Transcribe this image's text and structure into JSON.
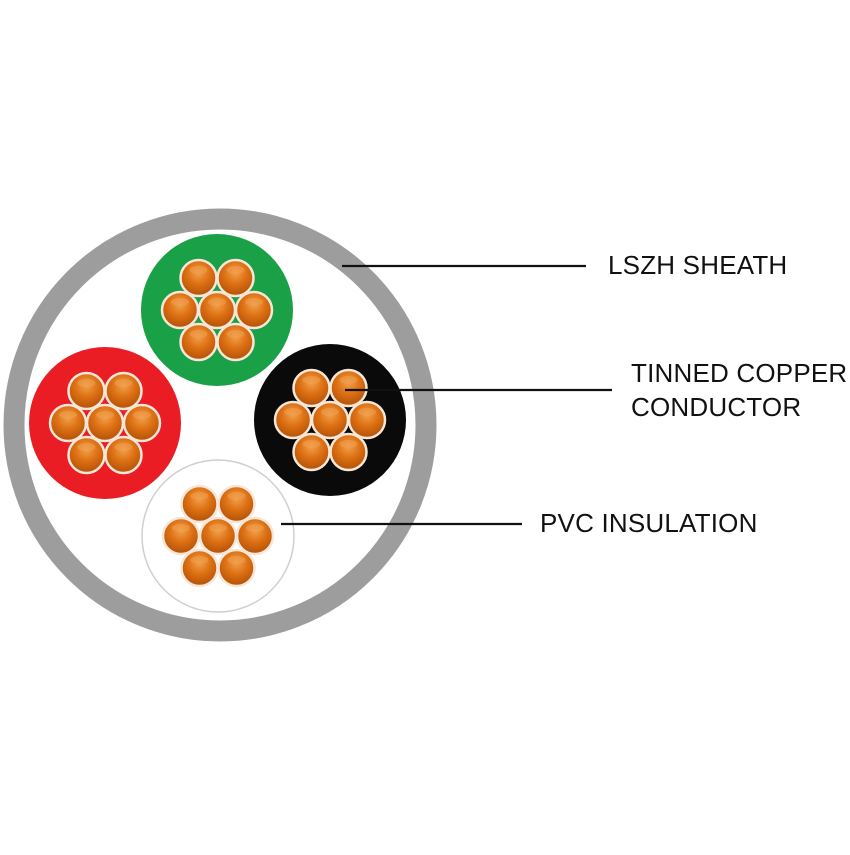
{
  "labels": {
    "sheath": "LSZH SHEATH",
    "conductor_line1": "TINNED COPPER",
    "conductor_line2": "CONDUCTOR",
    "insulation": "PVC INSULATION"
  },
  "cores": [
    {
      "name": "green-core",
      "insulation_color": "#1aa046"
    },
    {
      "name": "red-core",
      "insulation_color": "#ea1c24"
    },
    {
      "name": "black-core",
      "insulation_color": "#0a0a0a"
    },
    {
      "name": "white-core",
      "insulation_color": "#ffffff"
    }
  ],
  "colors": {
    "sheath": "#9d9d9d",
    "filler": "#ffffff",
    "strand": "#d96d10",
    "strand_highlight": "#f0a050",
    "strand_outline": "#f5e6d8",
    "leader_line": "#111111"
  }
}
